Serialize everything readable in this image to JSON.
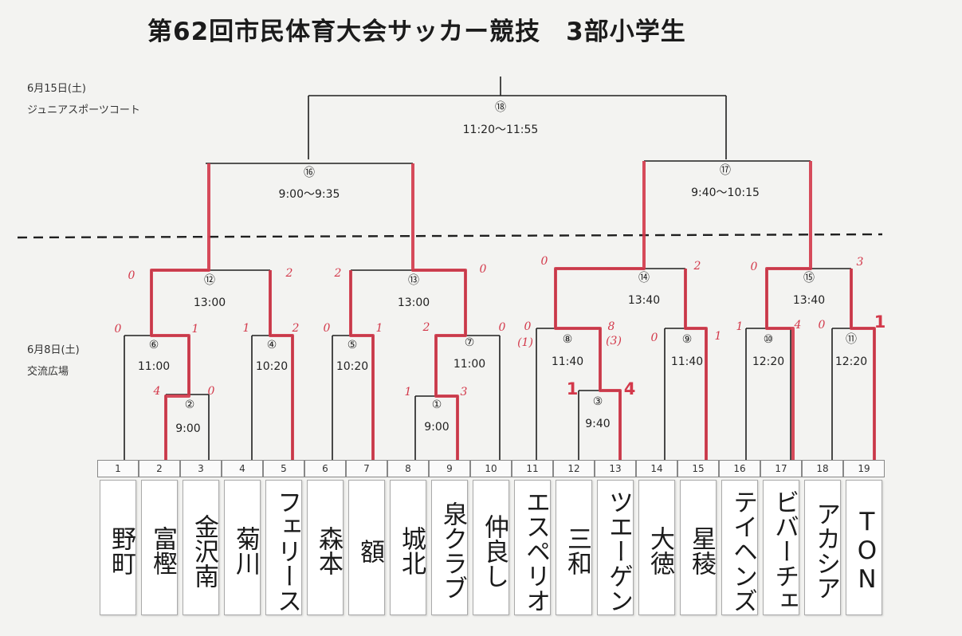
{
  "title": "第62回市民体育大会サッカー競技　3部小学生",
  "schedule": {
    "day2_date": "6月15日(土)",
    "day2_venue": "ジュニアスポーツコート",
    "day1_date": "6月8日(土)",
    "day1_venue": "交流広場"
  },
  "colors": {
    "line": "#1f1f1f",
    "win": "#d3384a",
    "score": "#d3384a"
  },
  "teams": [
    {
      "no": "1",
      "name": "野町"
    },
    {
      "no": "2",
      "name": "富樫"
    },
    {
      "no": "3",
      "name": "金沢南"
    },
    {
      "no": "4",
      "name": "菊川"
    },
    {
      "no": "5",
      "name": "フェリース"
    },
    {
      "no": "6",
      "name": "森本"
    },
    {
      "no": "7",
      "name": "額"
    },
    {
      "no": "8",
      "name": "城北"
    },
    {
      "no": "9",
      "name": "泉クラブ"
    },
    {
      "no": "10",
      "name": "仲良し"
    },
    {
      "no": "11",
      "name": "エスペリオ"
    },
    {
      "no": "12",
      "name": "三和"
    },
    {
      "no": "13",
      "name": "ツエーゲン"
    },
    {
      "no": "14",
      "name": "大徳"
    },
    {
      "no": "15",
      "name": "星稜"
    },
    {
      "no": "16",
      "name": "テイヘンズ"
    },
    {
      "no": "17",
      "name": "ビバーチェ"
    },
    {
      "no": "18",
      "name": "アカシア"
    },
    {
      "no": "19",
      "name": "TON"
    }
  ],
  "matches": [
    {
      "no": "②",
      "time": "9:00"
    },
    {
      "no": "①",
      "time": "9:00"
    },
    {
      "no": "③",
      "time": "9:40"
    },
    {
      "no": "④",
      "time": "10:20"
    },
    {
      "no": "⑤",
      "time": "10:20"
    },
    {
      "no": "⑥",
      "time": "11:00"
    },
    {
      "no": "⑦",
      "time": "11:00"
    },
    {
      "no": "⑧",
      "time": "11:40"
    },
    {
      "no": "⑨",
      "time": "11:40"
    },
    {
      "no": "⑩",
      "time": "12:20"
    },
    {
      "no": "⑪",
      "time": "12:20"
    },
    {
      "no": "⑫",
      "time": "13:00"
    },
    {
      "no": "⑬",
      "time": "13:00"
    },
    {
      "no": "⑭",
      "time": "13:40"
    },
    {
      "no": "⑮",
      "time": "13:40"
    },
    {
      "no": "⑯",
      "time": "9:00～9:35"
    },
    {
      "no": "⑰",
      "time": "9:40～10:15"
    },
    {
      "no": "⑱",
      "time": "11:20～11:55"
    }
  ],
  "scores": [
    "4",
    "0",
    "1",
    "3",
    "1",
    "4",
    "0",
    "1",
    "1",
    "2",
    "0",
    "1",
    "2",
    "0",
    "0",
    "1",
    "1",
    "4",
    "0",
    "1",
    "0",
    "8",
    "(1)",
    "(3)",
    "0",
    "2",
    "2",
    "0",
    "0",
    "2",
    "0",
    "3"
  ]
}
